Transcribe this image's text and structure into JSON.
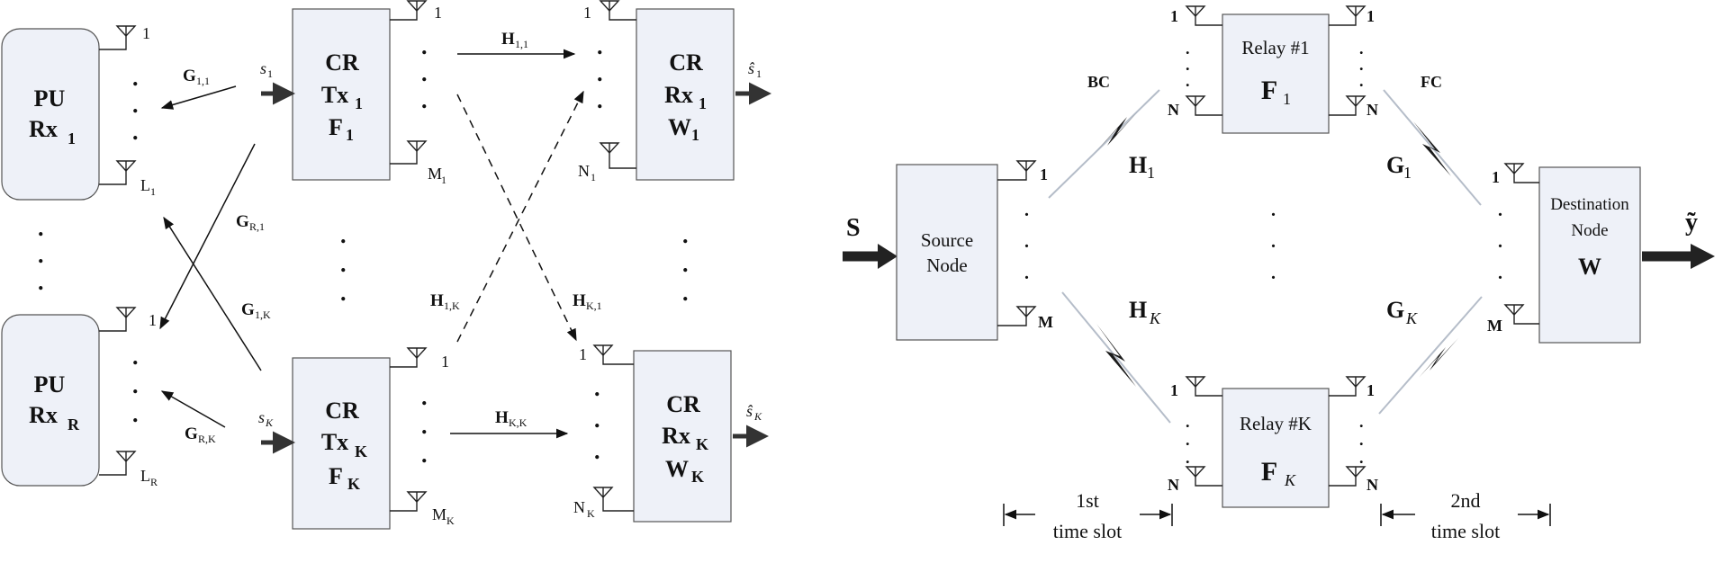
{
  "diagram_left": {
    "pu_rx_1": {
      "line1": "PU",
      "line2": "Rx",
      "sub": "1"
    },
    "pu_rx_r": {
      "line1": "PU",
      "line2": "Rx",
      "sub": "R"
    },
    "cr_tx_1": {
      "line1": "CR",
      "line2": "Tx",
      "sub": "1",
      "line3": "F",
      "line3_sub": "1"
    },
    "cr_tx_k": {
      "line1": "CR",
      "line2": "Tx",
      "sub": "K",
      "line3": "F",
      "line3_sub": "K"
    },
    "cr_rx_1": {
      "line1": "CR",
      "line2": "Rx",
      "sub": "1",
      "line3": "W",
      "line3_sub": "1"
    },
    "cr_rx_k": {
      "line1": "CR",
      "line2": "Rx",
      "sub": "K",
      "line3": "W",
      "line3_sub": "K"
    },
    "antenna_labels": {
      "one": "1",
      "L1": "L",
      "L1_sub": "1",
      "LR": "L",
      "LR_sub": "R",
      "M1": "M",
      "M1_sub": "1",
      "MK": "M",
      "MK_sub": "K",
      "N1": "N",
      "N1_sub": "1",
      "NK": "N",
      "NK_sub": "K"
    },
    "signals": {
      "s1": "s",
      "s1_sub": "1",
      "sK": "s",
      "sK_sub": "K",
      "s1_hat": "ŝ",
      "s1_hat_sub": "1",
      "sK_hat": "ŝ",
      "sK_hat_sub": "K"
    },
    "channels": {
      "G11": "G",
      "G11_sub": "1,1",
      "GR1": "G",
      "GR1_sub": "R,1",
      "G1K": "G",
      "G1K_sub": "1,K",
      "GRK": "G",
      "GRK_sub": "R,K",
      "H11": "H",
      "H11_sub": "1,1",
      "H1K": "H",
      "H1K_sub": "1,K",
      "HK1": "H",
      "HK1_sub": "K,1",
      "HKK": "H",
      "HKK_sub": "K,K"
    }
  },
  "diagram_right": {
    "input": "S",
    "output": "ỹ",
    "source_node": {
      "line1": "Source",
      "line2": "Node"
    },
    "destination_node": {
      "line1": "Destination",
      "line2": "Node",
      "label": "W"
    },
    "relay_1": {
      "title": "Relay #1",
      "label": "F",
      "sub": "1"
    },
    "relay_k": {
      "title": "Relay #K",
      "label": "F",
      "sub": "K"
    },
    "antenna_labels": {
      "one": "1",
      "M": "M",
      "N": "N"
    },
    "phases": {
      "bc": "BC",
      "fc": "FC"
    },
    "channels": {
      "H1": "H",
      "H1_sub": "1",
      "HK": "H",
      "HK_sub": "K",
      "G1": "G",
      "G1_sub": "1",
      "GK": "G",
      "GK_sub": "K"
    },
    "time_slots": {
      "first_line1": "1st",
      "first_line2": "time slot",
      "second_line1": "2nd",
      "second_line2": "time slot"
    }
  }
}
